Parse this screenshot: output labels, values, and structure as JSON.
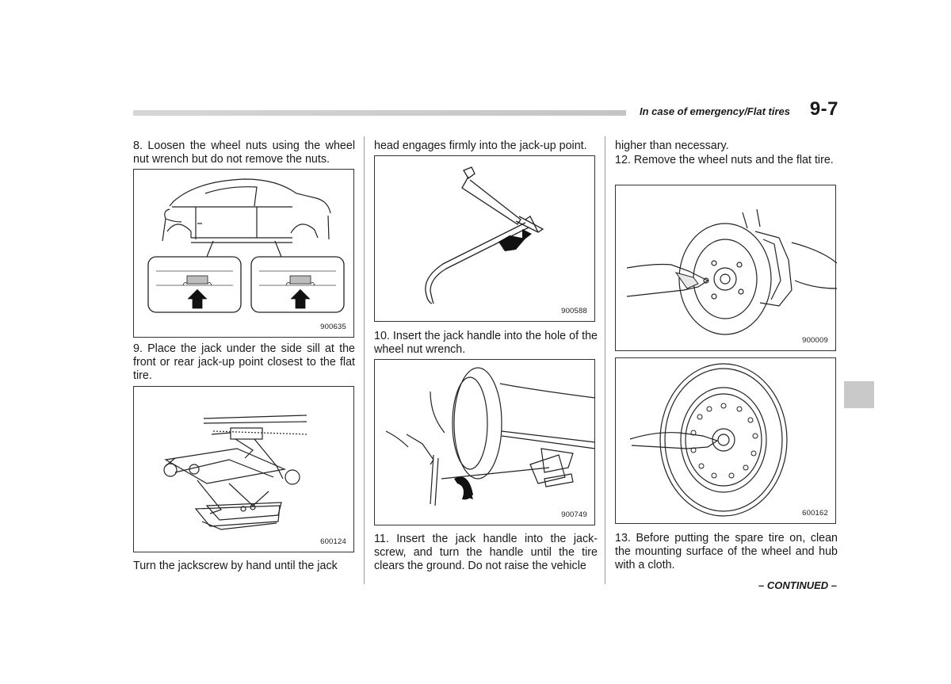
{
  "header": {
    "section_title": "In case of emergency/Flat tires",
    "page_number": "9-7"
  },
  "columns": {
    "left": {
      "step8": "8.   Loosen the wheel nuts using the wheel nut wrench but do not remove the nuts.",
      "fig1_code": "900635",
      "step9": "9.   Place the jack under the side sill at the front or rear jack-up point closest to the flat tire.",
      "fig2_code": "600124",
      "turn_text": "Turn the jackscrew by hand until the jack"
    },
    "middle": {
      "cont_text": "head engages firmly into the jack-up point.",
      "fig3_code": "900588",
      "step10": "10. Insert the jack handle into the hole of the wheel nut wrench.",
      "fig4_code": "900749",
      "step11": "11. Insert the jack handle into the jack-screw, and turn the handle until the tire clears the ground. Do not raise the vehicle"
    },
    "right": {
      "cont_text": "higher than necessary.",
      "step12": "12. Remove the wheel nuts and the flat tire.",
      "fig5_code": "900009",
      "fig6_code": "600162",
      "step13": "13. Before putting the spare tire on, clean the mounting surface of the wheel and hub with a cloth."
    }
  },
  "footer": {
    "continued": "– CONTINUED –"
  }
}
